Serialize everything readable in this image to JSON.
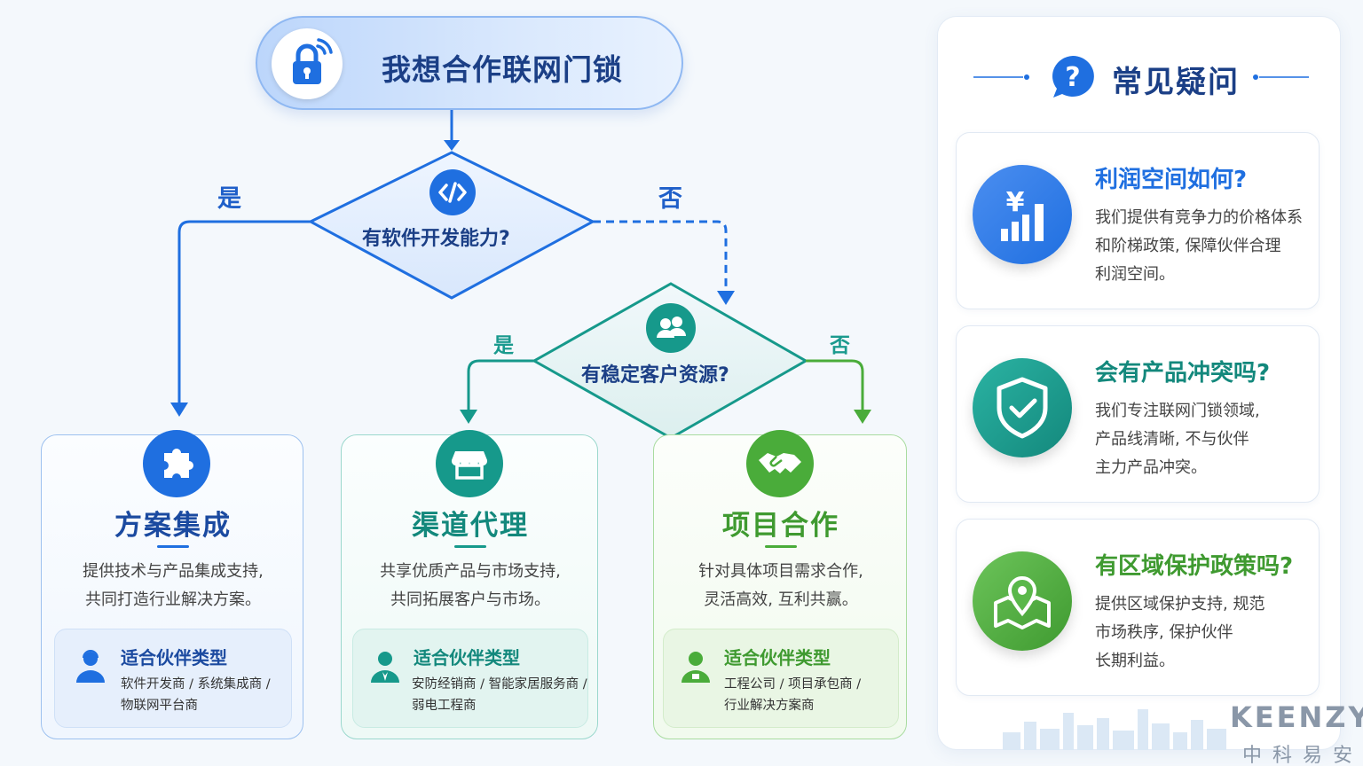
{
  "title": "我想合作联网门锁",
  "decision1": {
    "question": "有软件开发能力?",
    "yes": "是",
    "no": "否"
  },
  "decision2": {
    "question": "有稳定客户资源?",
    "yes": "是",
    "no": "否"
  },
  "cards": [
    {
      "title": "方案集成",
      "desc_line1": "提供技术与产品集成支持,",
      "desc_line2": "共同打造行业解决方案。",
      "fit_title": "适合伙伴类型",
      "fit_line1": "软件开发商 / 系统集成商 /",
      "fit_line2": "物联网平台商",
      "color": "#1f6fe0"
    },
    {
      "title": "渠道代理",
      "desc_line1": "共享优质产品与市场支持,",
      "desc_line2": "共同拓展客户与市场。",
      "fit_title": "适合伙伴类型",
      "fit_line1": "安防经销商 / 智能家居服务商 /",
      "fit_line2": "弱电工程商",
      "color": "#16998b"
    },
    {
      "title": "项目合作",
      "desc_line1": "针对具体项目需求合作,",
      "desc_line2": "灵活高效, 互利共赢。",
      "fit_title": "适合伙伴类型",
      "fit_line1": "工程公司 / 项目承包商 /",
      "fit_line2": "行业解决方案商",
      "color": "#4aac3a"
    }
  ],
  "faq": {
    "title": "常见疑问",
    "items": [
      {
        "question": "利润空间如何?",
        "line1": "我们提供有竞争力的价格体系",
        "line2": "和阶梯政策, 保障伙伴合理",
        "line3": "利润空间。",
        "color": "#1f6fe0",
        "icon": "bar-chart-yen-icon"
      },
      {
        "question": "会有产品冲突吗?",
        "line1": "我们专注联网门锁领域,",
        "line2": "产品线清晰, 不与伙伴",
        "line3": "主力产品冲突。",
        "color": "#16998b",
        "icon": "shield-check-icon"
      },
      {
        "question": "有区域保护政策吗?",
        "line1": "提供区域保护支持, 规范",
        "line2": "市场秩序, 保护伙伴",
        "line3": "长期利益。",
        "color": "#4aac3a",
        "icon": "map-pin-icon"
      }
    ]
  },
  "brand": {
    "name": "KEENZY",
    "name_cn": "中科易安"
  }
}
